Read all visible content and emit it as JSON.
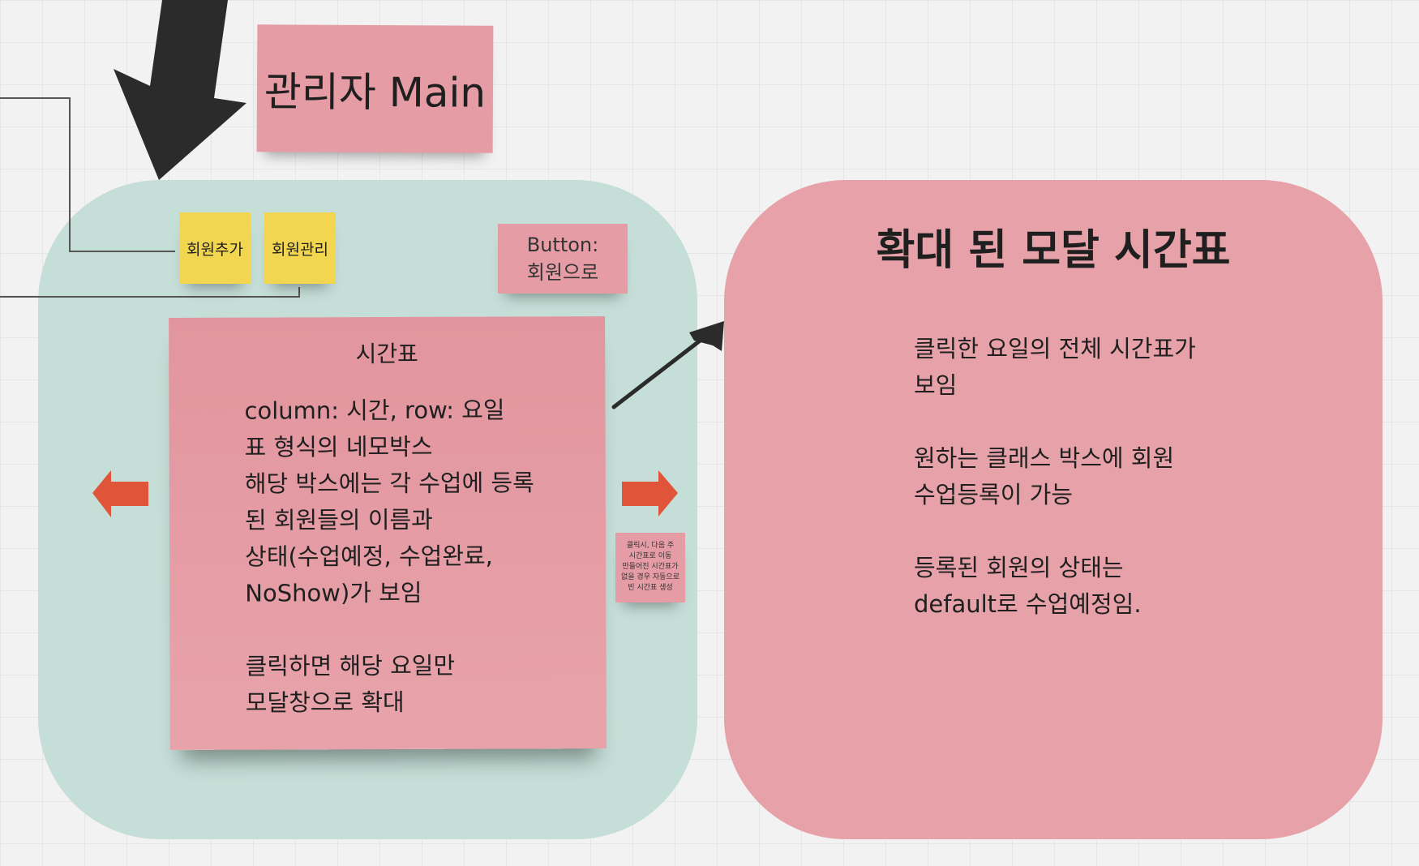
{
  "title_note": {
    "text": "관리자 Main"
  },
  "buttons": {
    "add_member": "회원추가",
    "manage_member": "회원관리",
    "button_note_line1": "Button:",
    "button_note_line2": "회원으로"
  },
  "timetable_note": {
    "title": "시간표",
    "body": "column: 시간, row: 요일\n표 형식의 네모박스\n해당 박스에는 각 수업에 등록\n된 회원들의 이름과\n상태(수업예정, 수업완료,\nNoShow)가 보임\n\n클릭하면 해당 요일만\n모달창으로 확대"
  },
  "next_week_note": {
    "text": "클릭시, 다음 주\n시간표로 이동\n만들어진 시간표가\n없을 경우 자동으로\n빈 시간표 생성"
  },
  "modal": {
    "title": "확대 된 모달 시간표",
    "body": "클릭한 요일의 전체 시간표가\n보임\n\n원하는 클래스 박스에 회원\n수업등록이 가능\n\n등록된 회원의 상태는\ndefault로 수업예정임."
  },
  "colors": {
    "green_frame": "#c5ded7",
    "pink_frame": "#e6a2a8",
    "pink_note": "#e59ca4",
    "yellow_note": "#f2d64f",
    "nav_arrow": "#e0553a",
    "connector_arrow": "#2b2b2b"
  },
  "icons": {
    "prev_week": "arrow-left-icon",
    "next_week": "arrow-right-icon",
    "expand": "arrow-up-right-icon",
    "pointer": "arrow-down-left-icon"
  }
}
